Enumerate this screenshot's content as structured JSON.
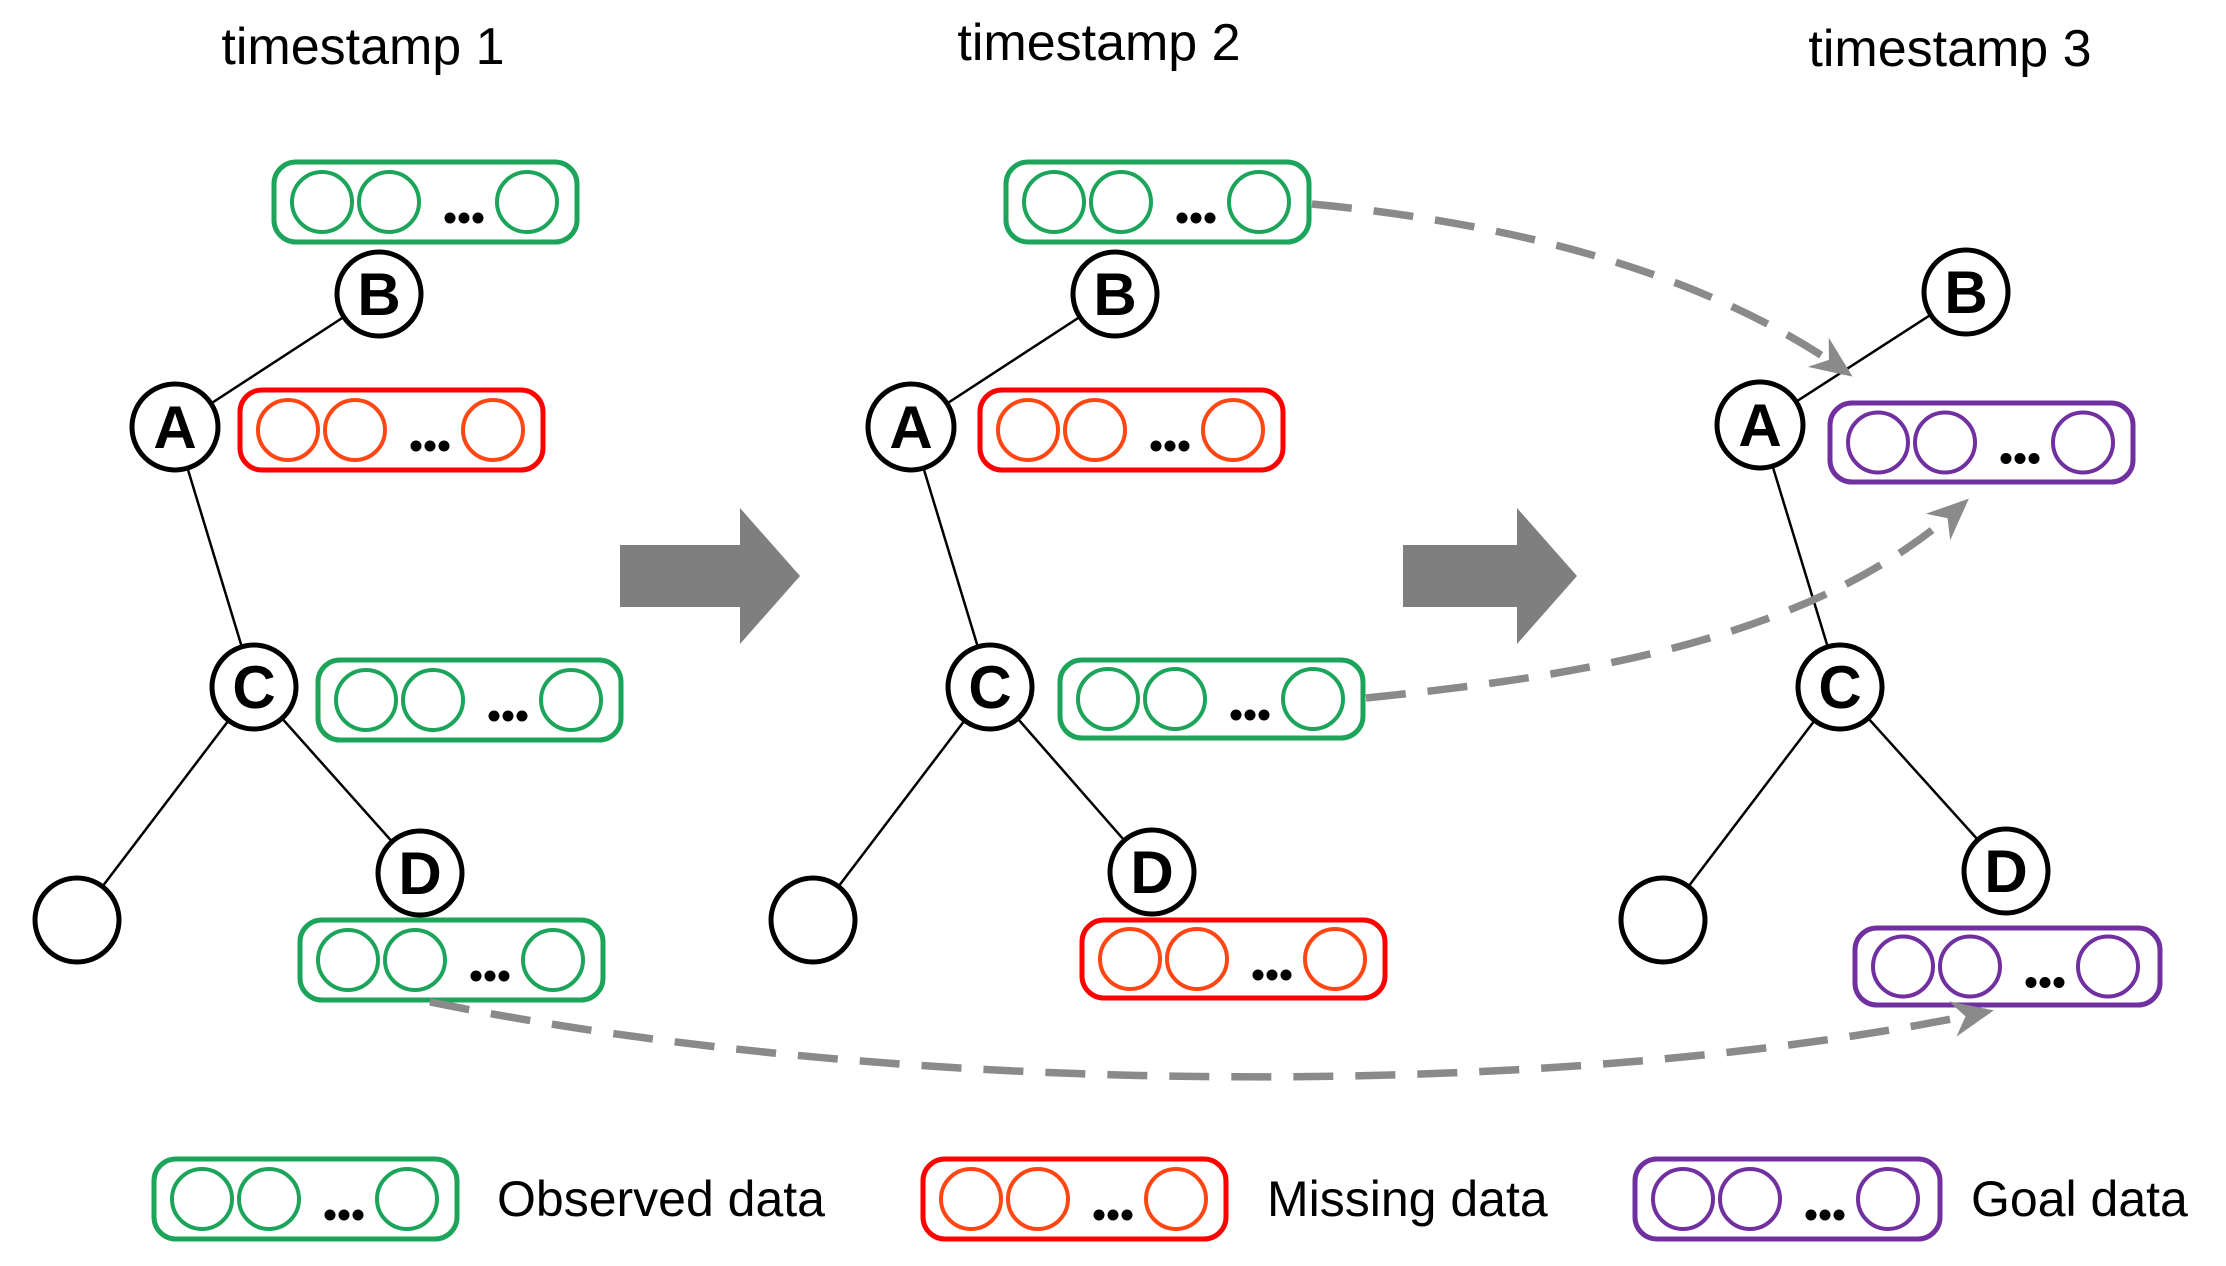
{
  "figure": {
    "timestamps": [
      {
        "title": "timestamp 1",
        "data_boxes": {
          "B": "observed",
          "A": "missing",
          "C": "observed",
          "D": "observed"
        }
      },
      {
        "title": "timestamp 2",
        "data_boxes": {
          "B": "observed",
          "A": "missing",
          "C": "observed",
          "D": "missing"
        }
      },
      {
        "title": "timestamp 3",
        "data_boxes": {
          "A": "goal",
          "D": "goal"
        }
      }
    ],
    "node_labels": {
      "A": "A",
      "B": "B",
      "C": "C",
      "D": "D",
      "empty": ""
    },
    "ellipsis": "...",
    "legend": [
      {
        "type": "observed",
        "label": "Observed data"
      },
      {
        "type": "missing",
        "label": "Missing data"
      },
      {
        "type": "goal",
        "label": "Goal data"
      }
    ],
    "colors": {
      "observed": "#1CA55A",
      "missing_box": "#FF0000",
      "missing_circle": "#FF4613",
      "goal": "#7030A0",
      "transition_arrow": "#7F7F7F",
      "flow_arrow": "#8A8A8A",
      "node_stroke": "#000000"
    },
    "flow_arrows": [
      {
        "from": "timestamp2-B-observed-box",
        "to": "timestamp3-A-goal-box"
      },
      {
        "from": "timestamp2-C-observed-box",
        "to": "timestamp3-A-goal-box"
      },
      {
        "from": "timestamp1-D-observed-box",
        "to": "timestamp3-D-goal-box"
      }
    ]
  }
}
